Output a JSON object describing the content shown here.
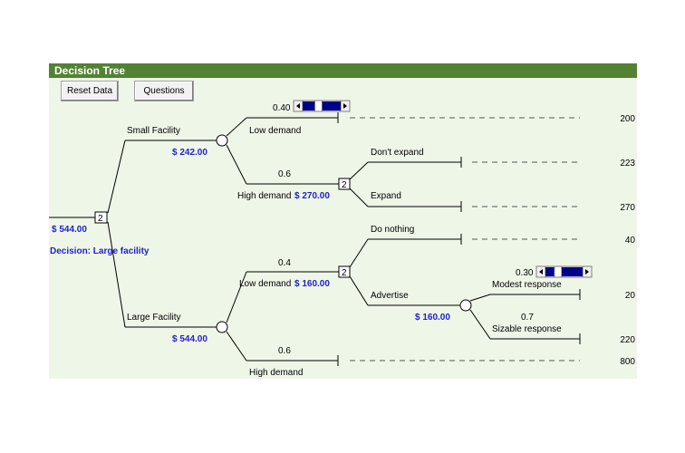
{
  "app": {
    "title": "Decision Tree"
  },
  "toolbar": {
    "reset_label": "Reset Data",
    "questions_label": "Questions"
  },
  "root": {
    "value": "$   544.00",
    "node": "2",
    "decision": "Decision: Large facility"
  },
  "small_facility": {
    "label": "Small Facility",
    "value": "$   242.00",
    "low_prob": "0.40",
    "low_label": "Low demand",
    "low_payoff": "200",
    "high_prob": "0.6",
    "high_label": "High demand",
    "high_value": "$   270.00",
    "high_node": "2",
    "dont_expand_label": "Don't expand",
    "dont_expand_payoff": "223",
    "expand_label": "Expand",
    "expand_payoff": "270"
  },
  "large_facility": {
    "label": "Large Facility",
    "value": "$   544.00",
    "low_prob": "0.4",
    "low_label": "Low demand",
    "low_value": "$   160.00",
    "low_node": "2",
    "do_nothing_label": "Do nothing",
    "do_nothing_payoff": "40",
    "advertise_label": "Advertise",
    "advertise_value": "$   160.00",
    "modest_prob": "0.30",
    "modest_label": "Modest response",
    "modest_payoff": "20",
    "sizable_prob": "0.7",
    "sizable_label": "Sizable response",
    "sizable_payoff": "220",
    "high_prob": "0.6",
    "high_label": "High demand",
    "high_payoff": "800"
  },
  "sliders": {
    "small_low_level": 0.4,
    "modest_level": 0.3
  },
  "colors": {
    "title_bar": "#548235",
    "panel": "#eef6e8",
    "money": "#1f1fcc",
    "slider": "#00008b"
  }
}
